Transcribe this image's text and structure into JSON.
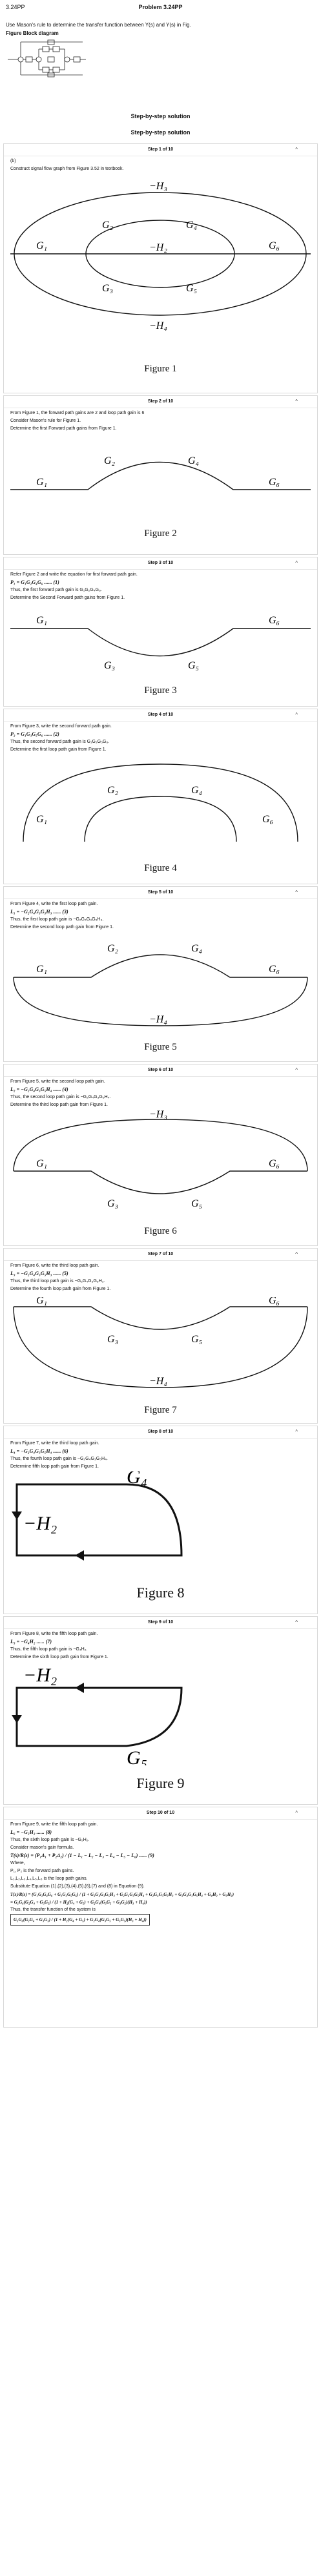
{
  "header": {
    "left": "3.24PP",
    "center": "Problem 3.24PP"
  },
  "intro": {
    "line1": "Use Mason's rule to determine the transfer function between Y(s) and Y(s) in Fig.",
    "line2": "Figure Block diagram"
  },
  "solution_title": "Step-by-step solution",
  "solution_title2": "Step-by-step solution",
  "steps": [
    {
      "label": "Step 1 of 10",
      "lines": [
        "(b)",
        "Construct signal flow graph from Figure 3.52 in textbook."
      ],
      "figure": "Figure 1"
    },
    {
      "label": "Step 2 of 10",
      "lines": [
        "From Figure 1, the forward path gains are 2 and loop path gain is 6",
        "Consider Mason's rule for Figure 1.",
        "Determine the first Forward path gains from Figure 1."
      ],
      "figure": "Figure 2"
    },
    {
      "label": "Step 3 of 10",
      "lines": [
        "Refer Figure 2 and write the equation for first forward path gain.",
        "P₁ = G₁G₂G₄G₆ ...... (1)",
        "Thus, the first forward path gain is G₁G₂G₄G₆.",
        "Determine the Second Forward path gains from Figure 1."
      ],
      "figure": "Figure 3"
    },
    {
      "label": "Step 4 of 10",
      "lines": [
        "From Figure 3, write the second forward path gain.",
        "P₂ = G₁G₃G₅G₆ ...... (2)",
        "Thus, the second forward path gain is G₁G₃G₅G₆.",
        "Determine the first loop path gain from Figure 1."
      ],
      "figure": "Figure 4"
    },
    {
      "label": "Step 5 of 10",
      "lines": [
        "From Figure 4, write the first loop path gain.",
        "L₁ = −G₂G₄G₃G₅H₃ ...... (3)",
        "Thus, the first loop path gain is −G₂G₄G₃G₅H₃.",
        "Determine the second loop path gain from Figure 1."
      ],
      "figure": "Figure 5"
    },
    {
      "label": "Step 6 of 10",
      "lines": [
        "From Figure 5, write the second loop path gain.",
        "L₂ = −G₂G₄G₃G₅H₄ ...... (4)",
        "Thus, the second loop path gain is −G₂G₄G₃G₅H₄.",
        "Determine the third loop path gain from Figure 1."
      ],
      "figure": "Figure 6"
    },
    {
      "label": "Step 7 of 10",
      "lines": [
        "From Figure 6, write the third loop path gain.",
        "L₃ = −G₂G₄G₃G₅H₃ ...... (5)",
        "Thus, the third loop path gain is −G₂G₄G₃G₅H₃.",
        "Determine the fourth loop path gain from Figure 1."
      ],
      "figure": "Figure 7"
    },
    {
      "label": "Step 8 of 10",
      "lines": [
        "From Figure 7, write the third loop path gain.",
        "L₄ = −G₂G₄G₃G₅H₄ ...... (6)",
        "Thus, the fourth loop path gain is −G₂G₄G₃G₅H₄.",
        "Determine fifth loop path gain from Figure 1."
      ],
      "figure": "Figure 8"
    },
    {
      "label": "Step 9 of 10",
      "lines": [
        "From Figure 8, write the fifth loop path gain.",
        "L₅ = −G₄H₂ ...... (7)",
        "Thus, the fifth loop path gain is −G₄H₂.",
        "Determine the sixth loop path gain from Figure 1."
      ],
      "figure": "Figure 9"
    },
    {
      "label": "Step 10 of 10",
      "lines": [
        "From Figure 9, write the fifth loop path gain.",
        "L₆ = −G₅H₂ ...... (8)",
        "Thus, the sixth loop path gain is −G₅H₂.",
        "Consider mason's gain formula.",
        "T(s)/R(s) = (P₁Δ₁ + P₂Δ₂) / (1 − L₁ − L₂ − L₃ − L₄ − L₅ − L₆) ...... (9)",
        "Where,",
        "P₁, P₂ is the forward path gains.",
        "L₁,L₂,L₃,L₄,L₅,L₆ is the loop path gains.",
        "Substitute Equation (1),(2),(3),(4),(5),(6),(7) and (8) in Equation (9).",
        "T(s)/R(s) = (G₁G₂G₄G₆ + G₁G₃G₅G₆) / (1 + G₂G₄G₃G₅H₃ + G₂G₄G₃G₅H₄ + G₂G₄G₃G₅H₃ + G₂G₄G₃G₅H₄ + G₄H₂ + G₅H₂)",
        "= G₁G₆(G₂G₄ + G₃G₅) / (1 + H₂(G₄ + G₅) + G₂G₄(G₃G₅ + G₃G₅)(H₃ + H₄))",
        "Thus, the transfer function of the system is",
        "G₁G₆(G₂G₄ + G₃G₅) / (1 + H₂(G₄ + G₅) + G₂G₄(G₃G₅ + G₃G₅)(H₃ + H₄))"
      ],
      "figure": ""
    }
  ],
  "labels": {
    "G1": "G₁",
    "G2": "G₂",
    "G3": "G₃",
    "G4": "G₄",
    "G5": "G₅",
    "G6": "G₆",
    "H2": "−H₂",
    "H3": "−H₃",
    "H4": "−H₄"
  },
  "chevron": "^"
}
